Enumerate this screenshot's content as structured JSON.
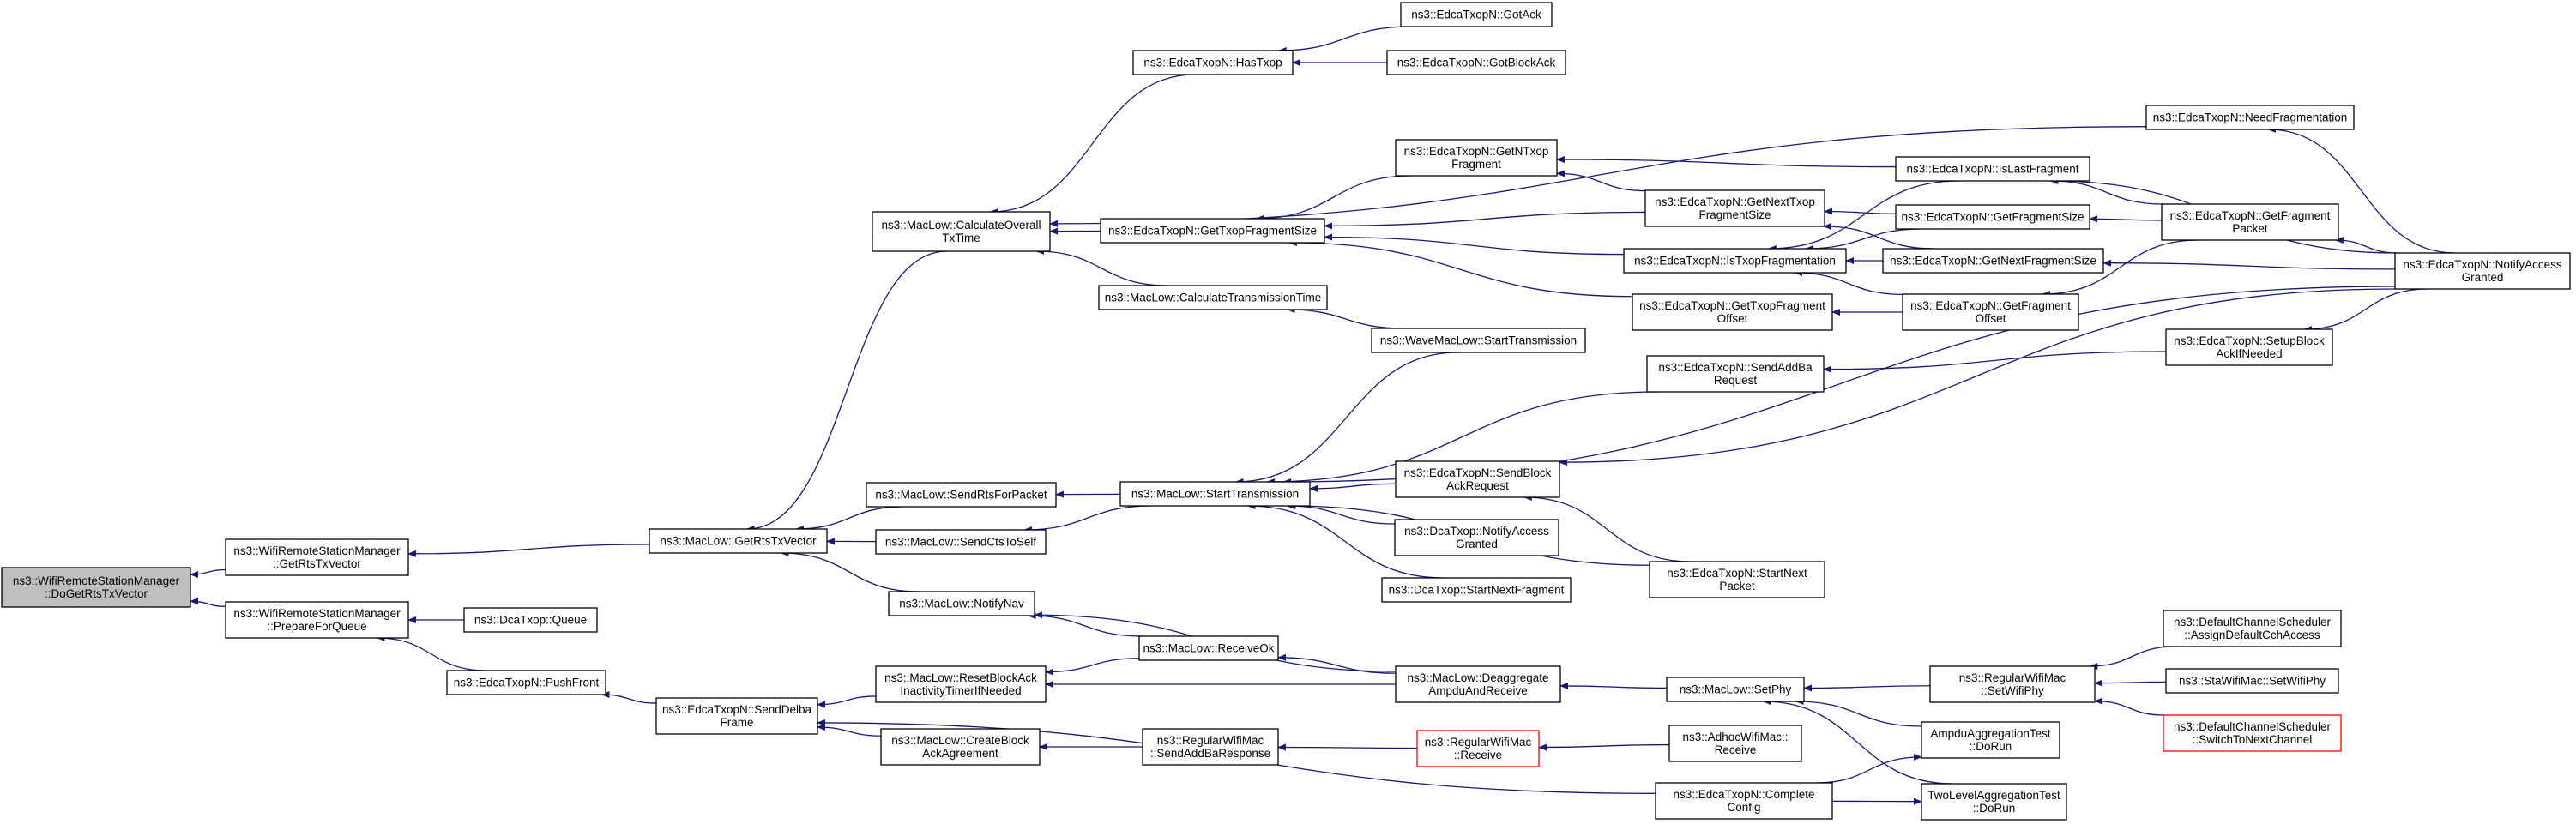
{
  "colors": {
    "edge": "#191970",
    "root_fill": "#bfbfbf",
    "box_border": "#000000",
    "highlight_border": "#ff0000"
  },
  "nodes": [
    {
      "id": "root",
      "lines": [
        "ns3::WifiRemoteStationManager",
        "::DoGetRtsTxVector"
      ],
      "root": true
    },
    {
      "id": "getrts_mgr",
      "lines": [
        "ns3::WifiRemoteStationManager",
        "::GetRtsTxVector"
      ]
    },
    {
      "id": "prepare",
      "lines": [
        "ns3::WifiRemoteStationManager",
        "::PrepareForQueue"
      ]
    },
    {
      "id": "dca_queue",
      "lines": [
        "ns3::DcaTxop::Queue"
      ]
    },
    {
      "id": "pushfront",
      "lines": [
        "ns3::EdcaTxopN::PushFront"
      ]
    },
    {
      "id": "ml_getrts",
      "lines": [
        "ns3::MacLow::GetRtsTxVector"
      ]
    },
    {
      "id": "senddelba",
      "lines": [
        "ns3::EdcaTxopN::SendDelba",
        "Frame"
      ]
    },
    {
      "id": "calcoverall",
      "lines": [
        "ns3::MacLow::CalculateOverall",
        "TxTime"
      ]
    },
    {
      "id": "hastxop",
      "lines": [
        "ns3::EdcaTxopN::HasTxop"
      ]
    },
    {
      "id": "gotack",
      "lines": [
        "ns3::EdcaTxopN::GotAck"
      ]
    },
    {
      "id": "gotblockack",
      "lines": [
        "ns3::EdcaTxopN::GotBlockAck"
      ]
    },
    {
      "id": "needfrag",
      "lines": [
        "ns3::EdcaTxopN::NeedFragmentation"
      ]
    },
    {
      "id": "getntxopfrag",
      "lines": [
        "ns3::EdcaTxopN::GetNTxop",
        "Fragment"
      ]
    },
    {
      "id": "gettxopfragsize",
      "lines": [
        "ns3::EdcaTxopN::GetTxopFragmentSize"
      ]
    },
    {
      "id": "getnexttxopfragsize",
      "lines": [
        "ns3::EdcaTxopN::GetNextTxop",
        "FragmentSize"
      ]
    },
    {
      "id": "islastfrag",
      "lines": [
        "ns3::EdcaTxopN::IsLastFragment"
      ]
    },
    {
      "id": "getfragsize",
      "lines": [
        "ns3::EdcaTxopN::GetFragmentSize"
      ]
    },
    {
      "id": "getfragpacket",
      "lines": [
        "ns3::EdcaTxopN::GetFragment",
        "Packet"
      ]
    },
    {
      "id": "notifyaccess",
      "lines": [
        "ns3::EdcaTxopN::NotifyAccess",
        "Granted"
      ]
    },
    {
      "id": "istxopfrag",
      "lines": [
        "ns3::EdcaTxopN::IsTxopFragmentation"
      ]
    },
    {
      "id": "getnextfragsize",
      "lines": [
        "ns3::EdcaTxopN::GetNextFragmentSize"
      ]
    },
    {
      "id": "calctx",
      "lines": [
        "ns3::MacLow::CalculateTransmissionTime"
      ]
    },
    {
      "id": "gettxopfragoffset",
      "lines": [
        "ns3::EdcaTxopN::GetTxopFragment",
        "Offset"
      ]
    },
    {
      "id": "getfragoffset",
      "lines": [
        "ns3::EdcaTxopN::GetFragment",
        "Offset"
      ]
    },
    {
      "id": "wavestart",
      "lines": [
        "ns3::WaveMacLow::StartTransmission"
      ]
    },
    {
      "id": "sendaddba",
      "lines": [
        "ns3::EdcaTxopN::SendAddBa",
        "Request"
      ]
    },
    {
      "id": "setupblock",
      "lines": [
        "ns3::EdcaTxopN::SetupBlock",
        "AckIfNeeded"
      ]
    },
    {
      "id": "sendrtsforpacket",
      "lines": [
        "ns3::MacLow::SendRtsForPacket"
      ]
    },
    {
      "id": "ml_start",
      "lines": [
        "ns3::MacLow::StartTransmission"
      ]
    },
    {
      "id": "sendblockackreq",
      "lines": [
        "ns3::EdcaTxopN::SendBlock",
        "AckRequest"
      ]
    },
    {
      "id": "sendctstoself",
      "lines": [
        "ns3::MacLow::SendCtsToSelf"
      ]
    },
    {
      "id": "dca_notify",
      "lines": [
        "ns3::DcaTxop::NotifyAccess",
        "Granted"
      ]
    },
    {
      "id": "dca_startnext",
      "lines": [
        "ns3::DcaTxop::StartNextFragment"
      ]
    },
    {
      "id": "edca_startnext",
      "lines": [
        "ns3::EdcaTxopN::StartNext",
        "Packet"
      ]
    },
    {
      "id": "notifynav",
      "lines": [
        "ns3::MacLow::NotifyNav"
      ]
    },
    {
      "id": "receiveok",
      "lines": [
        "ns3::MacLow::ReceiveOk"
      ]
    },
    {
      "id": "resetblock",
      "lines": [
        "ns3::MacLow::ResetBlockAck",
        "InactivityTimerIfNeeded"
      ]
    },
    {
      "id": "deaggregate",
      "lines": [
        "ns3::MacLow::Deaggregate",
        "AmpduAndReceive"
      ]
    },
    {
      "id": "setphy",
      "lines": [
        "ns3::MacLow::SetPhy"
      ]
    },
    {
      "id": "rwm_setphy",
      "lines": [
        "ns3::RegularWifiMac",
        "::SetWifiPhy"
      ]
    },
    {
      "id": "dcs_assign",
      "lines": [
        "ns3::DefaultChannelScheduler",
        "::AssignDefaultCchAccess"
      ]
    },
    {
      "id": "sta_setphy",
      "lines": [
        "ns3::StaWifiMac::SetWifiPhy"
      ]
    },
    {
      "id": "dcs_switch",
      "lines": [
        "ns3::DefaultChannelScheduler",
        "::SwitchToNextChannel"
      ],
      "red": true
    },
    {
      "id": "createblock",
      "lines": [
        "ns3::MacLow::CreateBlock",
        "AckAgreement"
      ]
    },
    {
      "id": "rwm_sendaddba",
      "lines": [
        "ns3::RegularWifiMac",
        "::SendAddBaResponse"
      ]
    },
    {
      "id": "rwm_receive",
      "lines": [
        "ns3::RegularWifiMac",
        "::Receive"
      ],
      "red": true
    },
    {
      "id": "adhoc_receive",
      "lines": [
        "ns3::AdhocWifiMac::",
        "Receive"
      ]
    },
    {
      "id": "ampdu_test",
      "lines": [
        "AmpduAggregationTest",
        "::DoRun"
      ]
    },
    {
      "id": "complete",
      "lines": [
        "ns3::EdcaTxopN::Complete",
        "Config"
      ]
    },
    {
      "id": "twolevel_test",
      "lines": [
        "TwoLevelAggregationTest",
        "::DoRun"
      ]
    }
  ],
  "edges": [
    [
      "getrts_mgr",
      "root"
    ],
    [
      "prepare",
      "root"
    ],
    [
      "dca_queue",
      "prepare"
    ],
    [
      "pushfront",
      "prepare"
    ],
    [
      "ml_getrts",
      "getrts_mgr"
    ],
    [
      "senddelba",
      "pushfront"
    ],
    [
      "calcoverall",
      "ml_getrts"
    ],
    [
      "sendrtsforpacket",
      "ml_getrts"
    ],
    [
      "sendctstoself",
      "ml_getrts"
    ],
    [
      "notifynav",
      "ml_getrts"
    ],
    [
      "hastxop",
      "calcoverall"
    ],
    [
      "needfrag",
      "calcoverall"
    ],
    [
      "gettxopfragsize",
      "calcoverall"
    ],
    [
      "calctx",
      "calcoverall"
    ],
    [
      "gotack",
      "hastxop"
    ],
    [
      "gotblockack",
      "hastxop"
    ],
    [
      "notifyaccess",
      "needfrag"
    ],
    [
      "getntxopfrag",
      "gettxopfragsize"
    ],
    [
      "getnexttxopfragsize",
      "gettxopfragsize"
    ],
    [
      "istxopfrag",
      "gettxopfragsize"
    ],
    [
      "gettxopfragoffset",
      "gettxopfragsize"
    ],
    [
      "islastfrag",
      "getntxopfrag"
    ],
    [
      "getnexttxopfragsize",
      "getntxopfrag"
    ],
    [
      "getfragsize",
      "getnexttxopfragsize"
    ],
    [
      "getnextfragsize",
      "getnexttxopfragsize"
    ],
    [
      "islastfrag",
      "istxopfrag"
    ],
    [
      "getfragsize",
      "istxopfrag"
    ],
    [
      "getnextfragsize",
      "istxopfrag"
    ],
    [
      "getfragoffset",
      "istxopfrag"
    ],
    [
      "getfragpacket",
      "islastfrag"
    ],
    [
      "notifyaccess",
      "islastfrag"
    ],
    [
      "getfragpacket",
      "getfragsize"
    ],
    [
      "notifyaccess",
      "getfragpacket"
    ],
    [
      "notifyaccess",
      "getnextfragsize"
    ],
    [
      "getfragpacket",
      "getfragoffset"
    ],
    [
      "getfragoffset",
      "gettxopfragoffset"
    ],
    [
      "wavestart",
      "calctx"
    ],
    [
      "wavestart",
      "ml_start"
    ],
    [
      "sendaddba",
      "ml_start"
    ],
    [
      "notifyaccess",
      "ml_start"
    ],
    [
      "setupblock",
      "sendaddba"
    ],
    [
      "notifyaccess",
      "setupblock"
    ],
    [
      "ml_start",
      "sendrtsforpacket"
    ],
    [
      "ml_start",
      "sendctstoself"
    ],
    [
      "sendblockackreq",
      "ml_start"
    ],
    [
      "dca_notify",
      "ml_start"
    ],
    [
      "dca_startnext",
      "ml_start"
    ],
    [
      "edca_startnext",
      "ml_start"
    ],
    [
      "notifyaccess",
      "sendblockackreq"
    ],
    [
      "edca_startnext",
      "sendblockackreq"
    ],
    [
      "receiveok",
      "notifynav"
    ],
    [
      "deaggregate",
      "notifynav"
    ],
    [
      "receiveok",
      "resetblock"
    ],
    [
      "deaggregate",
      "resetblock"
    ],
    [
      "deaggregate",
      "receiveok"
    ],
    [
      "resetblock",
      "senddelba"
    ],
    [
      "createblock",
      "senddelba"
    ],
    [
      "complete",
      "senddelba"
    ],
    [
      "setphy",
      "deaggregate"
    ],
    [
      "rwm_setphy",
      "setphy"
    ],
    [
      "ampdu_test",
      "setphy"
    ],
    [
      "twolevel_test",
      "setphy"
    ],
    [
      "dcs_assign",
      "rwm_setphy"
    ],
    [
      "sta_setphy",
      "rwm_setphy"
    ],
    [
      "dcs_switch",
      "rwm_setphy"
    ],
    [
      "rwm_sendaddba",
      "createblock"
    ],
    [
      "rwm_receive",
      "rwm_sendaddba"
    ],
    [
      "adhoc_receive",
      "rwm_receive"
    ],
    [
      "complete",
      "ampdu_test"
    ],
    [
      "complete",
      "twolevel_test"
    ]
  ]
}
